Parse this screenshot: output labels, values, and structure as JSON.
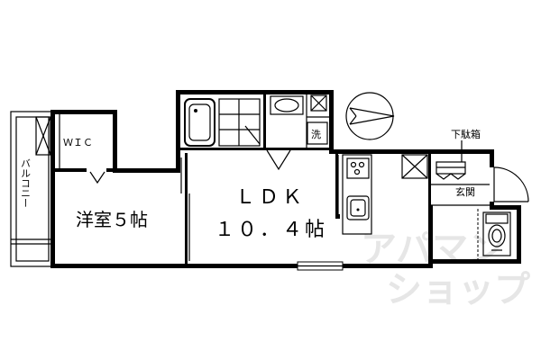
{
  "rooms": {
    "wic": "ＷＩＣ",
    "balcony": "バルコニー",
    "western_room": "洋室５帖",
    "ldk_name": "ＬＤＫ",
    "ldk_size": "１０．４帖",
    "washer": "洗",
    "shoe_box": "下駄箱",
    "entrance": "玄関"
  },
  "watermark": {
    "line1": "アパマン",
    "line2": "ショップ"
  }
}
